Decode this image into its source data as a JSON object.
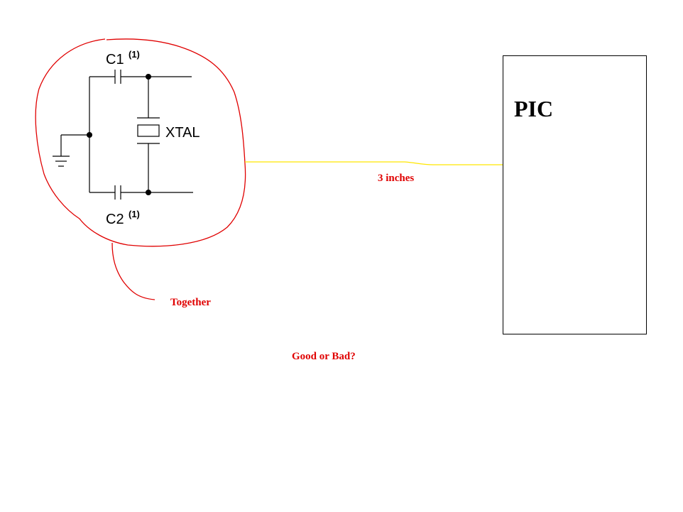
{
  "labels": {
    "c1": "C1",
    "c1_note": "(1)",
    "c2": "C2",
    "c2_note": "(1)",
    "xtal": "XTAL",
    "pic": "PIC",
    "distance": "3 inches",
    "together": "Together",
    "question": "Good or Bad?"
  },
  "colors": {
    "schematic": "#000000",
    "annotation": "#e00000",
    "trace": "#ffe600",
    "annotation_text": "#e00000"
  }
}
